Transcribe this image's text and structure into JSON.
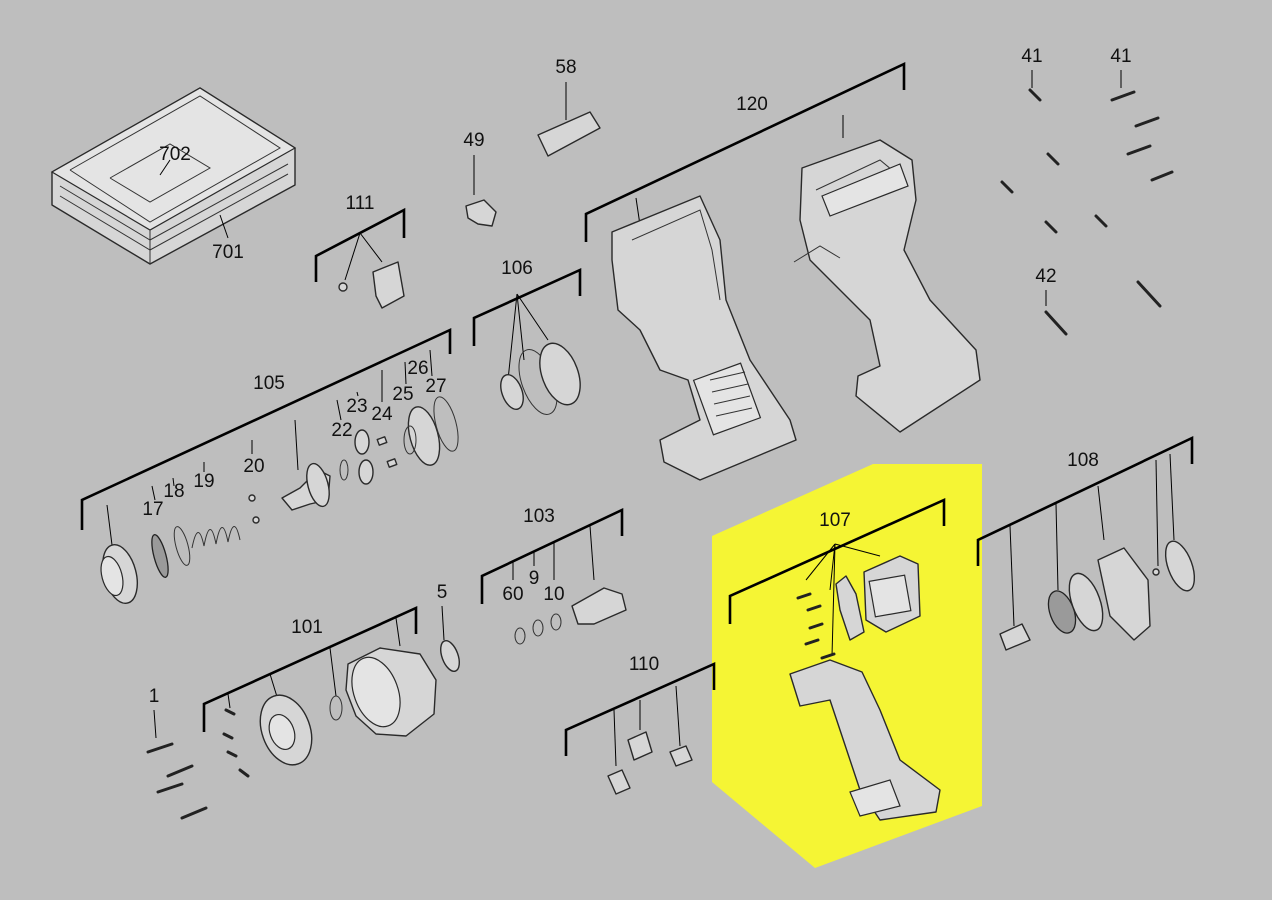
{
  "highlight_color": "#f5f534",
  "labels": {
    "l702": "702",
    "l701": "701",
    "l111": "111",
    "l58": "58",
    "l49": "49",
    "l120": "120",
    "l41a": "41",
    "l41b": "41",
    "l42": "42",
    "l106": "106",
    "l105": "105",
    "l26": "26",
    "l27": "27",
    "l23": "23",
    "l25": "25",
    "l24": "24",
    "l22": "22",
    "l20": "20",
    "l17": "17",
    "l18": "18",
    "l19": "19",
    "l103": "103",
    "l9": "9",
    "l60": "60",
    "l10": "10",
    "l5": "5",
    "l101": "101",
    "l1": "1",
    "l107": "107",
    "l108": "108",
    "l110": "110"
  },
  "parts": [
    {
      "id": "case",
      "icon": "carry-case-icon"
    },
    {
      "id": "housing-left",
      "icon": "housing-half-icon"
    },
    {
      "id": "housing-right",
      "icon": "housing-half-icon"
    },
    {
      "id": "electronics",
      "icon": "circuit-board-icon"
    },
    {
      "id": "motor",
      "icon": "motor-rotor-icon"
    },
    {
      "id": "gearbox",
      "icon": "gearbox-icon"
    }
  ]
}
